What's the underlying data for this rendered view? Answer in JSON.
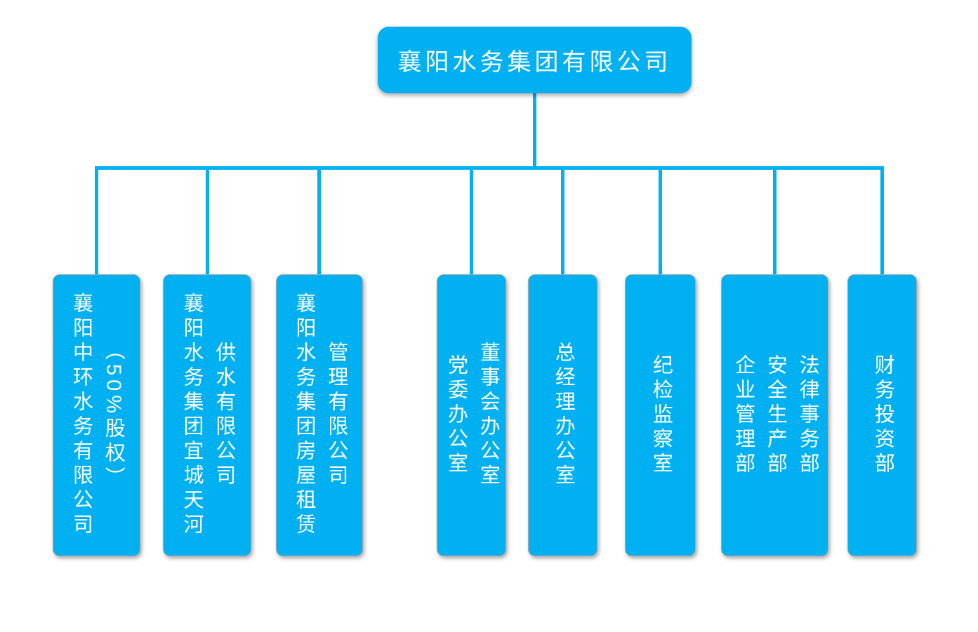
{
  "org": {
    "root": {
      "label": "襄阳水务集团有限公司"
    },
    "children": [
      {
        "label": "襄阳中环水务有限公司\n（50%股权）"
      },
      {
        "label": "襄阳水务集团宜城天河\n供水有限公司"
      },
      {
        "label": "襄阳水务集团房屋租赁\n管理有限公司"
      },
      {
        "label": "党委办公室\n董事会办公室"
      },
      {
        "label": "总经理办公室"
      },
      {
        "label": "纪检监察室"
      },
      {
        "label": "企业管理部\n安全生产部\n法律事务部"
      },
      {
        "label": "财务投资部"
      }
    ]
  },
  "colors": {
    "node_fill": "#00b0f0",
    "node_text": "#ffffff",
    "connector": "#00b0f0",
    "background": "#ffffff"
  }
}
